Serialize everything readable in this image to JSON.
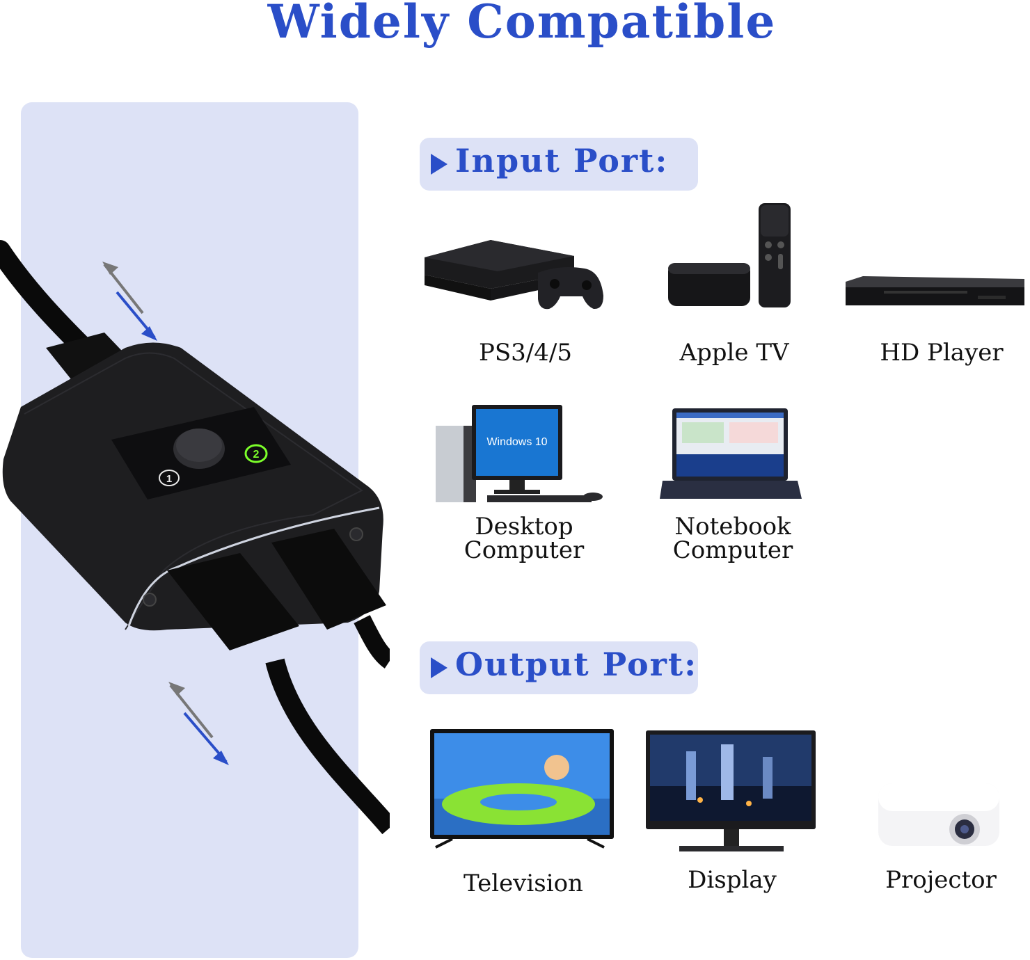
{
  "title": "Widely Compatible",
  "colors": {
    "accent": "#2a4ec8",
    "panel": "#dde2f6",
    "device_dark": "#1c1c1e",
    "led_green": "#7cff2a"
  },
  "device": {
    "port_1": "1",
    "port_2": "2"
  },
  "input": {
    "heading": "Input Port:",
    "items": [
      {
        "label": "PS3/4/5",
        "icon": "game-console-icon"
      },
      {
        "label": "Apple TV",
        "icon": "streaming-box-icon"
      },
      {
        "label": "HD Player",
        "icon": "dvd-player-icon"
      },
      {
        "label_line1": "Desktop",
        "label_line2": "Computer",
        "icon": "desktop-computer-icon",
        "screen_text": "Windows 10"
      },
      {
        "label_line1": "Notebook",
        "label_line2": "Computer",
        "icon": "laptop-icon"
      }
    ]
  },
  "output": {
    "heading": "Output Port:",
    "items": [
      {
        "label": "Television",
        "icon": "television-icon"
      },
      {
        "label": "Display",
        "icon": "monitor-icon"
      },
      {
        "label": "Projector",
        "icon": "projector-icon"
      }
    ]
  }
}
